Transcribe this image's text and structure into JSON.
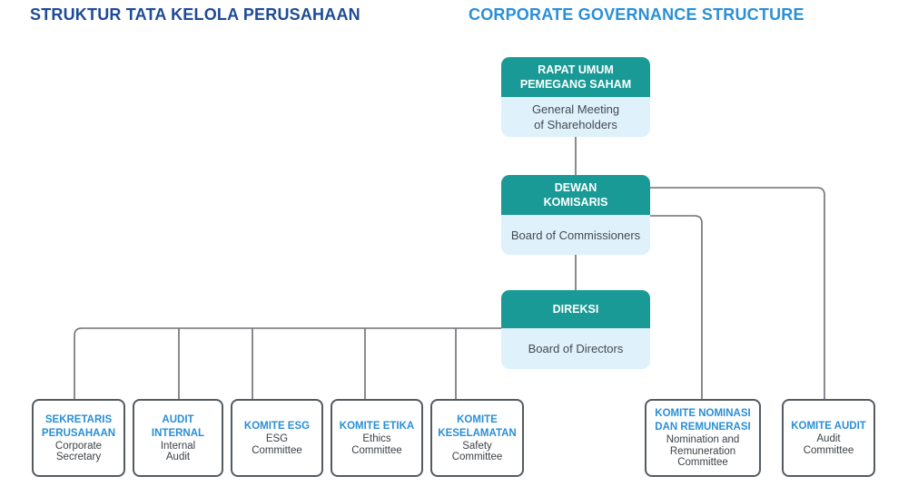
{
  "titles": {
    "left": "STRUKTUR TATA KELOLA PERUSAHAAN",
    "right": "CORPORATE GOVERNANCE STRUCTURE"
  },
  "nodes": {
    "gms": {
      "title": "RAPAT UMUM\nPEMEGANG SAHAM",
      "subtitle": "General Meeting\nof Shareholders"
    },
    "boc": {
      "title": "DEWAN\nKOMISARIS",
      "subtitle": "Board of Commissioners"
    },
    "bod": {
      "title": "DIREKSI",
      "subtitle": "Board of Directors"
    }
  },
  "committees": [
    {
      "title": "SEKRETARIS\nPERUSAHAAN",
      "subtitle": "Corporate\nSecretary"
    },
    {
      "title": "AUDIT\nINTERNAL",
      "subtitle": "Internal\nAudit"
    },
    {
      "title": "KOMITE ESG",
      "subtitle": "ESG\nCommittee"
    },
    {
      "title": "KOMITE ETIKA",
      "subtitle": "Ethics\nCommittee"
    },
    {
      "title": "KOMITE\nKESELAMATAN",
      "subtitle": "Safety\nCommittee"
    },
    {
      "title": "KOMITE NOMINASI\nDAN REMUNERASI",
      "subtitle": "Nomination and\nRemuneration\nCommittee"
    },
    {
      "title": "KOMITE AUDIT",
      "subtitle": "Audit\nCommittee"
    }
  ],
  "colors": {
    "header_teal": "#1a9a96",
    "node_light": "#dff1fb",
    "title_navy": "#1e4a96",
    "title_blue": "#2a8fd6",
    "line_gray": "#6b7075"
  }
}
